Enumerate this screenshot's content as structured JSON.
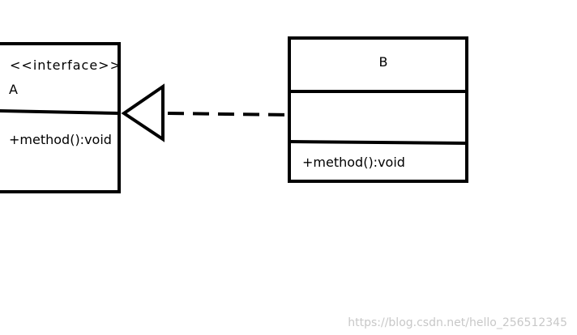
{
  "diagram": {
    "class_a": {
      "stereotype": "<<interface>>",
      "name": "A",
      "method": "+method():void"
    },
    "class_b": {
      "name": "B",
      "method": "+method():void"
    },
    "relationship": "realization"
  },
  "watermark": "https://blog.csdn.net/hello_256512345",
  "colors": {
    "stroke": "#000000",
    "background": "#ffffff",
    "watermark": "#c8c8c8"
  }
}
